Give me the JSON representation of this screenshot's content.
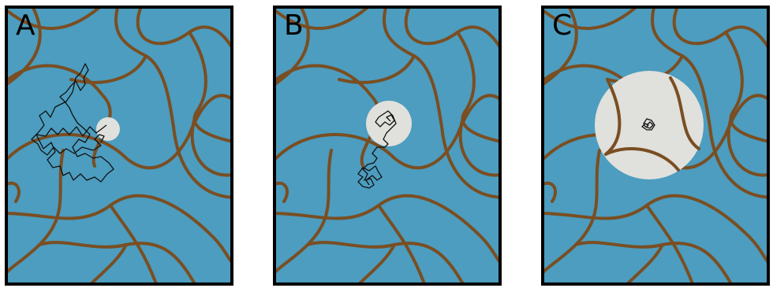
{
  "panels": [
    {
      "label": "A"
    },
    {
      "label": "B"
    },
    {
      "label": "C"
    }
  ],
  "colors": {
    "background_fluid": "#4c9dbf",
    "fibers": "#7a4e22",
    "particle_circle": "#e0e0dc",
    "trajectory": "#111111",
    "border": "#000000"
  }
}
